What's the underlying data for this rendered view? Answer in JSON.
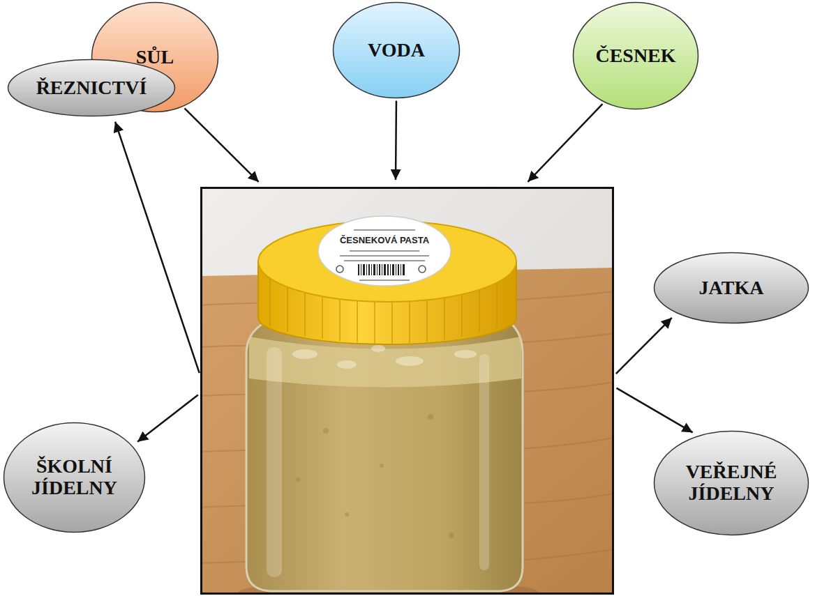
{
  "diagram": {
    "nodes": [
      {
        "text": [
          "SŮL"
        ]
      },
      {
        "text": [
          "VODA"
        ]
      },
      {
        "text": [
          "ČESNEK"
        ]
      },
      {
        "text": [
          "ČESNEKOVÁ PASTA"
        ]
      },
      {
        "text": [
          "ŘEZNICTVÍ"
        ]
      },
      {
        "text": [
          "JATKA"
        ]
      },
      {
        "text": [
          "ŠKOLNÍ JÍDELNY"
        ]
      },
      {
        "text": [
          "VEŘEJNÉ JÍDELNY"
        ]
      }
    ],
    "edges": [
      {
        "from": 0,
        "to": 3,
        "arrow": "to"
      },
      {
        "from": 1,
        "to": 3,
        "arrow": "to"
      },
      {
        "from": 2,
        "to": 3,
        "arrow": "to"
      },
      {
        "from": 3,
        "to": 4,
        "arrow": "to"
      },
      {
        "from": 3,
        "to": 6,
        "arrow": "to"
      },
      {
        "from": 3,
        "to": 5,
        "arrow": "to"
      },
      {
        "from": 3,
        "to": 7,
        "arrow": "to"
      }
    ]
  }
}
